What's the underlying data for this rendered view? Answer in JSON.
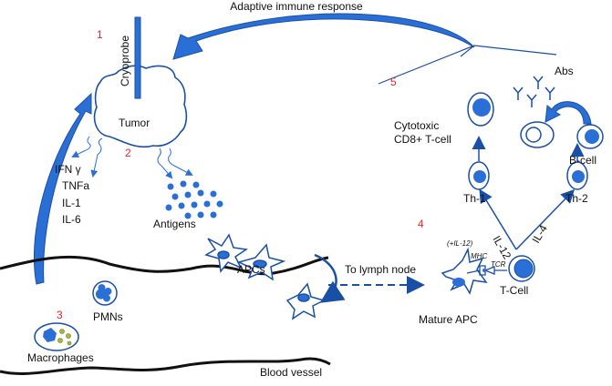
{
  "title": "Adaptive immune response",
  "colors": {
    "cell_blue": "#2a6fd6",
    "outline_blue": "#1a4fa6",
    "step_number": "#e8262a"
  },
  "steps": [
    "1",
    "2",
    "3",
    "4",
    "5"
  ],
  "labels": {
    "cryoprobe": "Cryoprobe",
    "tumor": "Tumor",
    "cytokines": [
      "IFN γ",
      "TNFa",
      "IL-1",
      "IL-6"
    ],
    "antigens": "Antigens",
    "apcs": "APCs",
    "pmns": "PMNs",
    "macrophages": "Macrophages",
    "blood_vessel": "Blood vessel",
    "to_lymph_node": "To lymph node",
    "mature_apc": "Mature APC",
    "il12_note": "(+IL-12)",
    "mhc": "MHC",
    "tcr": "TCR",
    "t_cell": "T-Cell",
    "il12": "IL-12",
    "il4": "IL-4",
    "th1": "Th-1",
    "th2": "Th-2",
    "cytotoxic": [
      "Cytotoxic",
      "CD8+ T-cell"
    ],
    "abs": "Abs",
    "b_cell": "B-cell"
  }
}
